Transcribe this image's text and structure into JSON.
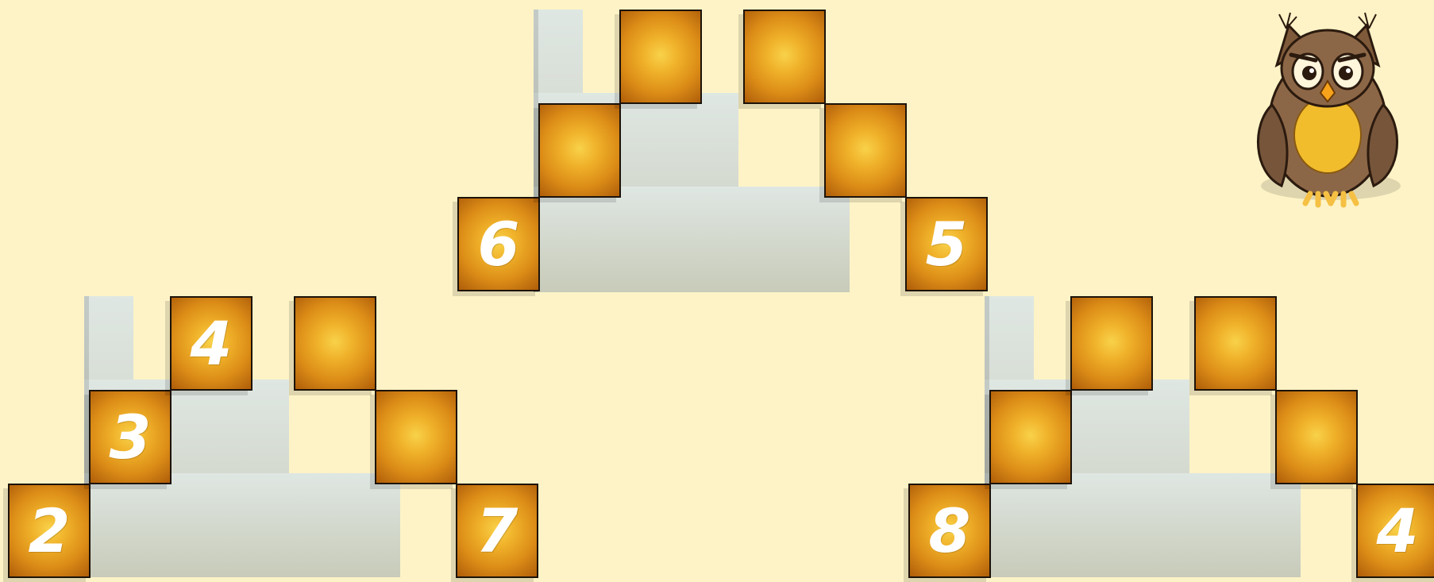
{
  "staircases": [
    {
      "name": "top",
      "left": [
        "6",
        "",
        ""
      ],
      "right": [
        "5",
        "",
        ""
      ]
    },
    {
      "name": "left",
      "left": [
        "2",
        "3",
        "4"
      ],
      "right": [
        "7",
        "",
        ""
      ]
    },
    {
      "name": "right",
      "left": [
        "8",
        "",
        ""
      ],
      "right": [
        "4",
        "",
        ""
      ]
    }
  ],
  "mascot": {
    "icon": "owl-icon"
  },
  "colors": {
    "background": "#fdf3c6",
    "tile_center": "#f8d24a",
    "tile_edge": "#ae5d09",
    "number": "#ffffff",
    "base_light": "#dfe7e3",
    "base_dark": "#c8cbb9"
  }
}
